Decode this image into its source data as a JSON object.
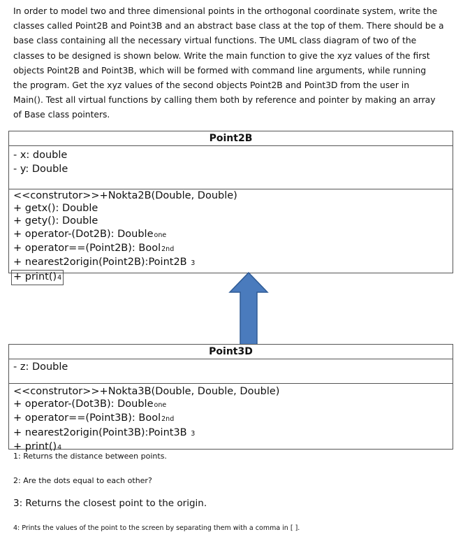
{
  "intro_lines": [
    "In order to model two and three dimensional points in the orthogonal coordinate system, write the",
    "classes called Point2B and Point3B and an abstract base class at the top of them. There should be a",
    "base class containing all the necessary virtual functions. The UML class diagram of two of the",
    "classes to be designed is shown below. Write the main function to give the xyz values  of the first",
    "objects Point2B and Point3B, which will be formed with command line arguments, while running",
    "the program. Get the xyz values  of the second objects Point2B and Point3D from the user in",
    "Main(). Test all virtual functions by calling them both by reference and pointer by making an array",
    "of Base class pointers."
  ],
  "point2b": {
    "title": "Point2B",
    "attrs": [
      "- x: double",
      "- y: Double"
    ],
    "ops": [
      {
        "text": "<<construtor>>+Nokta2B(Double, Double)",
        "sub": ""
      },
      {
        "text": "+ getx(): Double",
        "sub": ""
      },
      {
        "text": "+ gety(): Double",
        "sub": ""
      },
      {
        "text": "+ operator-(Dot2B): Double",
        "sub": "one"
      },
      {
        "text": "+ operator==(Point2B): Bool",
        "sub": "2nd"
      },
      {
        "text": "+ nearest2origin(Point2B):Point2B ",
        "sub": "3"
      },
      {
        "text": "+ print()",
        "sub": "4"
      }
    ]
  },
  "point3d": {
    "title": "Point3D",
    "attrs": [
      "- z: Double"
    ],
    "ops": [
      {
        "text": "<<construtor>>+Nokta3B(Double, Double, Double)",
        "sub": ""
      },
      {
        "text": "+ operator-(Dot3B): Double",
        "sub": "one"
      },
      {
        "text": "+ operator==(Point3B): Bool",
        "sub": "2nd"
      },
      {
        "text": "+ nearest2origin(Point3B):Point3B ",
        "sub": "3"
      },
      {
        "text": "+ print()",
        "sub": "4"
      }
    ]
  },
  "notes": {
    "n1": "1: Returns the distance between points.",
    "n2": "2: Are the dots equal to each other?",
    "n3": "3: Returns the closest point to the origin.",
    "n4": "4: Prints the values  of the point to the screen by separating them with a comma in [ ]."
  },
  "colors": {
    "arrow_fill": "#4a7bbd",
    "arrow_stroke": "#2f5b95"
  }
}
